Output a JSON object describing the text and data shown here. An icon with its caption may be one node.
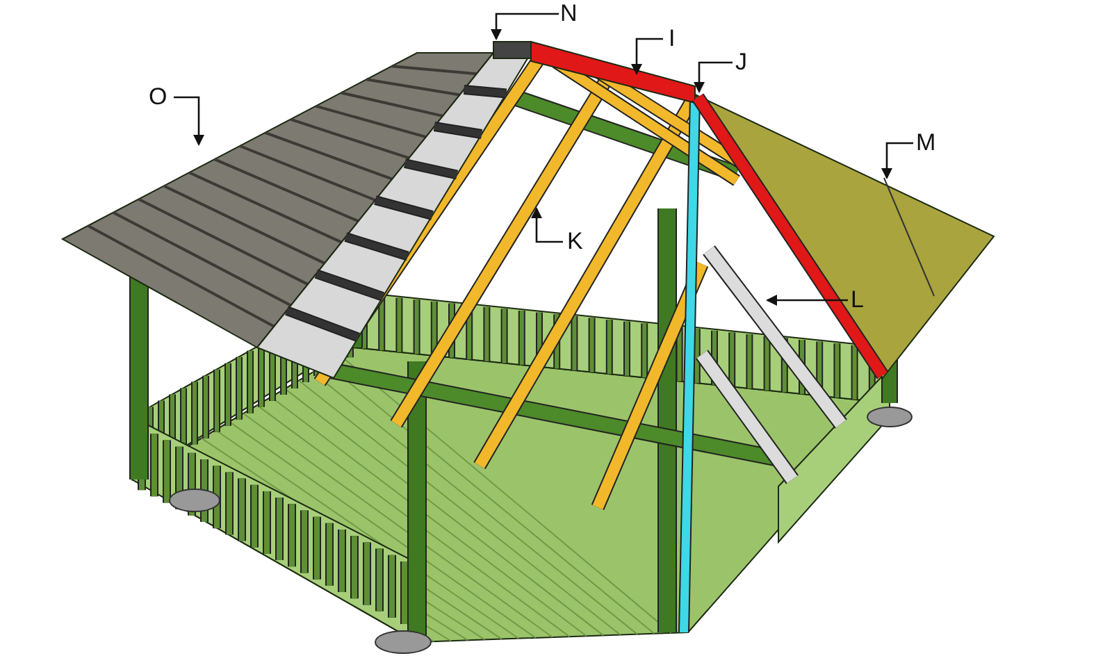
{
  "diagram": {
    "nodes": [
      {
        "text": [
          "N"
        ]
      },
      {
        "text": [
          "I"
        ]
      },
      {
        "text": [
          "J"
        ]
      },
      {
        "text": [
          "O"
        ]
      },
      {
        "text": [
          "M"
        ]
      },
      {
        "text": [
          "K"
        ]
      },
      {
        "text": [
          "L"
        ]
      }
    ],
    "edges": [
      {
        "from": 0,
        "to": null,
        "arrow": "to"
      },
      {
        "from": 1,
        "to": null,
        "arrow": "to"
      },
      {
        "from": 2,
        "to": null,
        "arrow": "to"
      },
      {
        "from": 3,
        "to": null,
        "arrow": "to"
      },
      {
        "from": 4,
        "to": null,
        "arrow": "to"
      },
      {
        "from": 5,
        "to": null,
        "arrow": "to"
      },
      {
        "from": 6,
        "to": null,
        "arrow": "to"
      }
    ]
  }
}
